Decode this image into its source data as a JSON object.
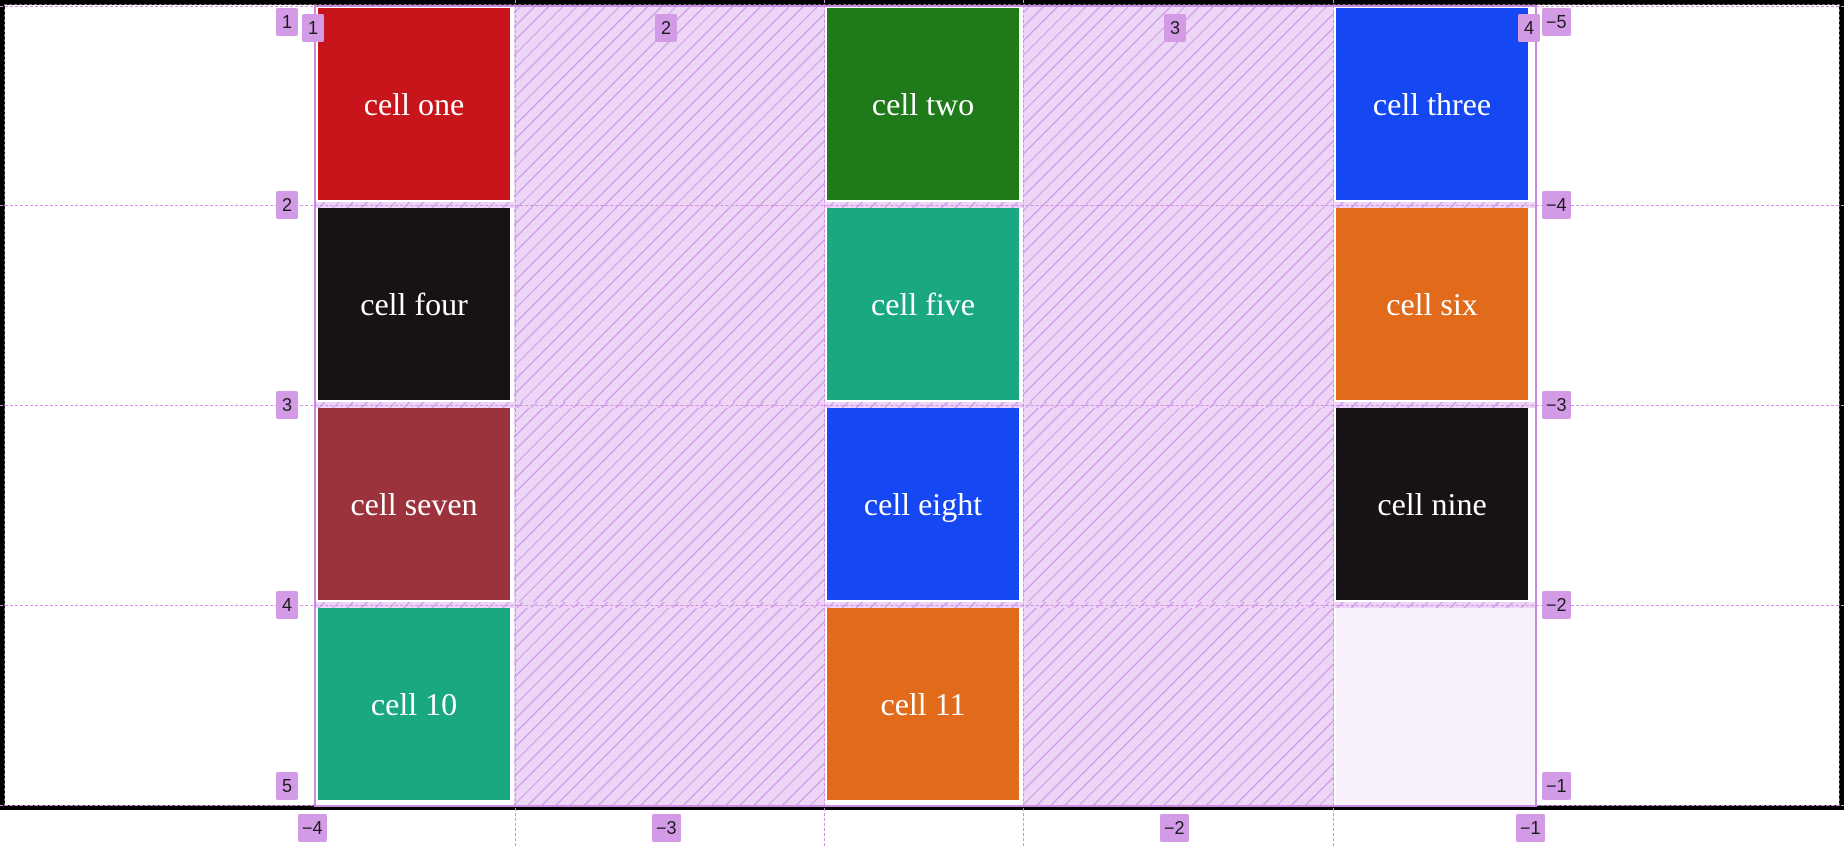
{
  "grid": {
    "cells": [
      {
        "label": "cell one",
        "color": "#c8141b"
      },
      {
        "label": "cell two",
        "color": "#1f7a1a"
      },
      {
        "label": "cell three",
        "color": "#1547f2"
      },
      {
        "label": "cell four",
        "color": "#161216"
      },
      {
        "label": "cell five",
        "color": "#1aa882"
      },
      {
        "label": "cell six",
        "color": "#e16b1b"
      },
      {
        "label": "cell seven",
        "color": "#9b323c"
      },
      {
        "label": "cell eight",
        "color": "#1547f2"
      },
      {
        "label": "cell nine",
        "color": "#161216"
      },
      {
        "label": "cell 10",
        "color": "#1aa882"
      },
      {
        "label": "cell 11",
        "color": "#e16b1b"
      }
    ],
    "row_numbers_left": [
      "1",
      "2",
      "3",
      "4",
      "5"
    ],
    "row_numbers_right": [
      "−5",
      "−4",
      "−3",
      "−2",
      "−1"
    ],
    "col_numbers_top": [
      "1",
      "2",
      "3",
      "4"
    ],
    "col_numbers_bottom": [
      "−4",
      "−3",
      "−2",
      "−1"
    ]
  },
  "colors": {
    "overlay_accent": "#d39be6",
    "gap_fill": "#ecd5f5",
    "frame": "#000000"
  }
}
